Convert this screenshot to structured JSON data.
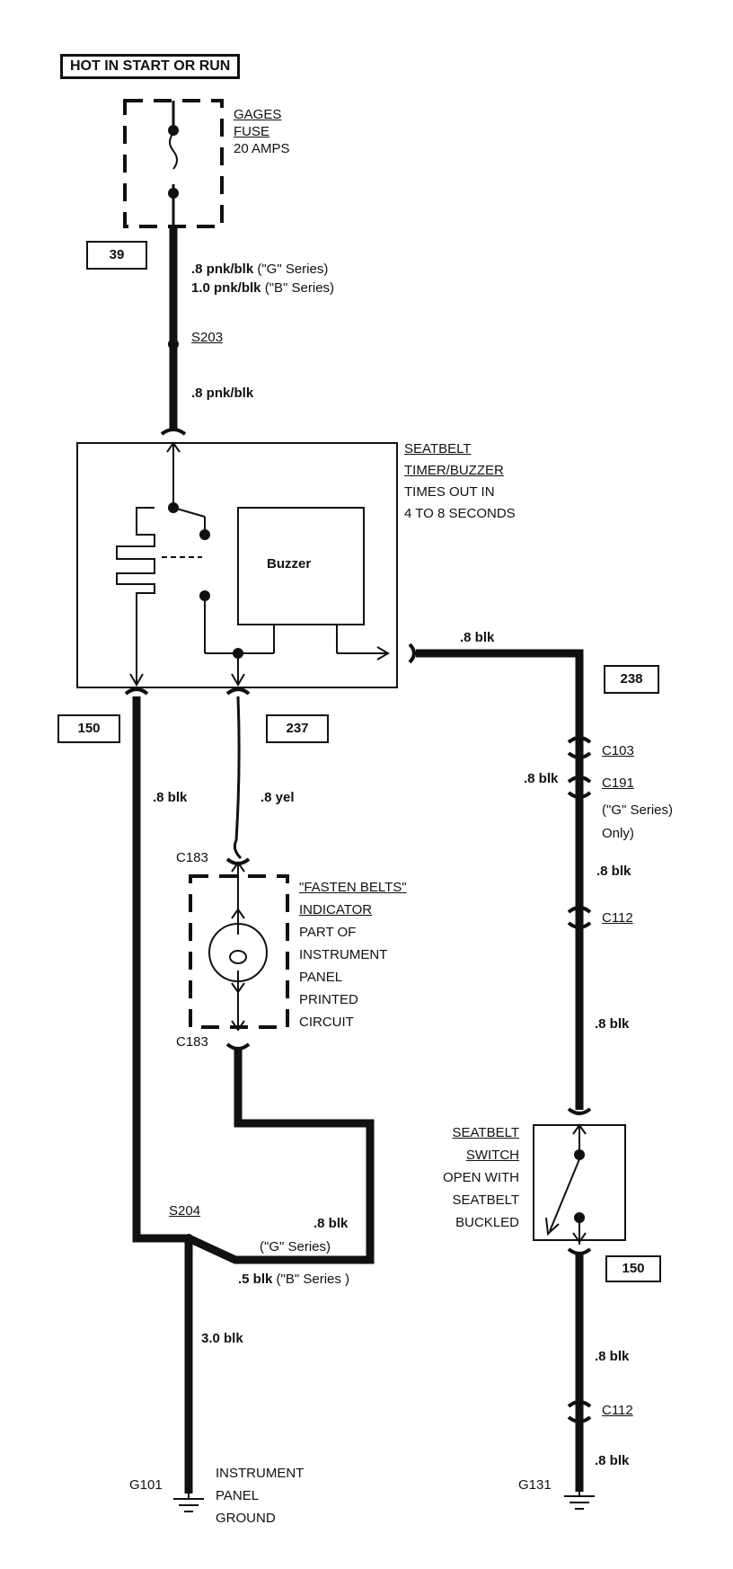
{
  "header": "HOT IN START OR RUN",
  "fuse": {
    "line1": "GAGES",
    "line2": "FUSE",
    "line3": "20 AMPS"
  },
  "circuits": {
    "c39": "39",
    "c150a": "150",
    "c237": "237",
    "c238": "238",
    "c150b": "150"
  },
  "wires": {
    "w1_g": ".8 pnk/blk",
    "w1_g_note": "(\"G\" Series)",
    "w1_b": "1.0 pnk/blk",
    "w1_b_note": "(\"B\" Series)",
    "w2": ".8 pnk/blk",
    "right_top": ".8 blk",
    "left_main": ".8 blk",
    "yel": ".8 yel",
    "c103_wire": ".8 blk",
    "c191_wire": ".8 blk",
    "c112_wire": ".8 blk",
    "g_blk": ".8 blk",
    "g_series": "(\"G\" Series)",
    "b_blk": ".5 blk",
    "b_series": "(\"B\" Series )",
    "gnd_wire": "3.0 blk",
    "sw_out": ".8 blk",
    "sw_out2": ".8 blk"
  },
  "splices": {
    "s203": "S203",
    "s204": "S204"
  },
  "module": {
    "line1": "SEATBELT",
    "line2": "TIMER/BUZZER",
    "line3": "TIMES OUT IN",
    "line4": "4 TO 8 SECONDS",
    "buzzer": "Buzzer"
  },
  "connectors": {
    "c183_top": "C183",
    "c183_bot": "C183",
    "c103": "C103",
    "c191": "C191",
    "c191_note1": "(\"G\" Series)",
    "c191_note2": "Only)",
    "c112_top": "C112",
    "c112_bot": "C112"
  },
  "indicator": {
    "line1": "\"FASTEN BELTS\"",
    "line2": "INDICATOR",
    "line3": "PART OF",
    "line4": "INSTRUMENT",
    "line5": "PANEL",
    "line6": "PRINTED",
    "line7": "CIRCUIT"
  },
  "seatbelt_switch": {
    "line1": "SEATBELT",
    "line2": "SWITCH",
    "line3": "OPEN WITH",
    "line4": "SEATBELT",
    "line5": "BUCKLED"
  },
  "grounds": {
    "g101": "G101",
    "g101_line1": "INSTRUMENT",
    "g101_line2": "PANEL",
    "g101_line3": "GROUND",
    "g131": "G131"
  }
}
